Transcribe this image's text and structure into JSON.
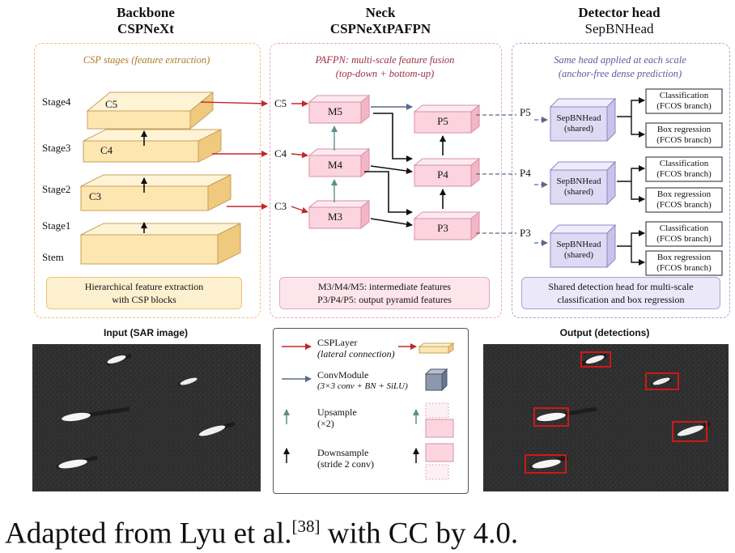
{
  "columns": {
    "backbone": {
      "title": "Backbone",
      "subtitle": "CSPNeXt"
    },
    "neck": {
      "title": "Neck",
      "subtitle": "CSPNeXtPAFPN"
    },
    "head": {
      "title": "Detector head",
      "subtitle": "SepBNHead"
    }
  },
  "backbone": {
    "panel_title": "CSP stages (feature extraction)",
    "stages": [
      "Stage4",
      "Stage3",
      "Stage2",
      "Stage1",
      "Stem"
    ],
    "features": [
      "C5",
      "C4",
      "C3"
    ],
    "note": [
      "Hierarchical feature extraction",
      "with CSP blocks"
    ]
  },
  "neck": {
    "panel_title": [
      "PAFPN: multi-scale feature fusion",
      "(top-down + bottom-up)"
    ],
    "inputs": [
      "C5",
      "C4",
      "C3"
    ],
    "intermediate": [
      "M5",
      "M4",
      "M3"
    ],
    "outputs": [
      "P5",
      "P4",
      "P3"
    ],
    "note": [
      "M3/M4/M5: intermediate features",
      "P3/P4/P5: output pyramid features"
    ]
  },
  "head": {
    "panel_title": [
      "Same head applied at each scale",
      "(anchor-free dense prediction)"
    ],
    "scales": [
      "P5",
      "P4",
      "P3"
    ],
    "head_label": [
      "SepBNHead",
      "(shared)"
    ],
    "classification": [
      "Classification",
      "(FCOS branch)"
    ],
    "regression": [
      "Box regression",
      "(FCOS branch)"
    ],
    "note": [
      "Shared detection head for multi-scale",
      "classification and box regression"
    ]
  },
  "images": {
    "input_caption": "Input (SAR image)",
    "output_caption": "Output (detections)"
  },
  "legend": {
    "items": [
      {
        "label": "CSPLayer",
        "sub": "(lateral connection)"
      },
      {
        "label": "ConvModule",
        "sub": "(3×3 conv + BN + SiLU)"
      },
      {
        "label": "Upsample",
        "sub": "(×2)"
      },
      {
        "label": "Downsample",
        "sub": "(stride 2 conv)"
      }
    ]
  },
  "credit": {
    "text": "Adapted from Lyu et al.",
    "ref": "[38]",
    "rest": " with CC by 4.0."
  },
  "colors": {
    "backbone_border": "#f2c27a",
    "backbone_fill": "#fde9b8",
    "neck_border": "#e8a6b8",
    "neck_fill": "#fbdbe4",
    "head_border": "#a9a3d6",
    "head_fill": "#e4e0f6",
    "lateral": "#c0282c",
    "conv": "#5a6a8a",
    "upsample": "#5e8e8a",
    "detection": "#d01818"
  }
}
